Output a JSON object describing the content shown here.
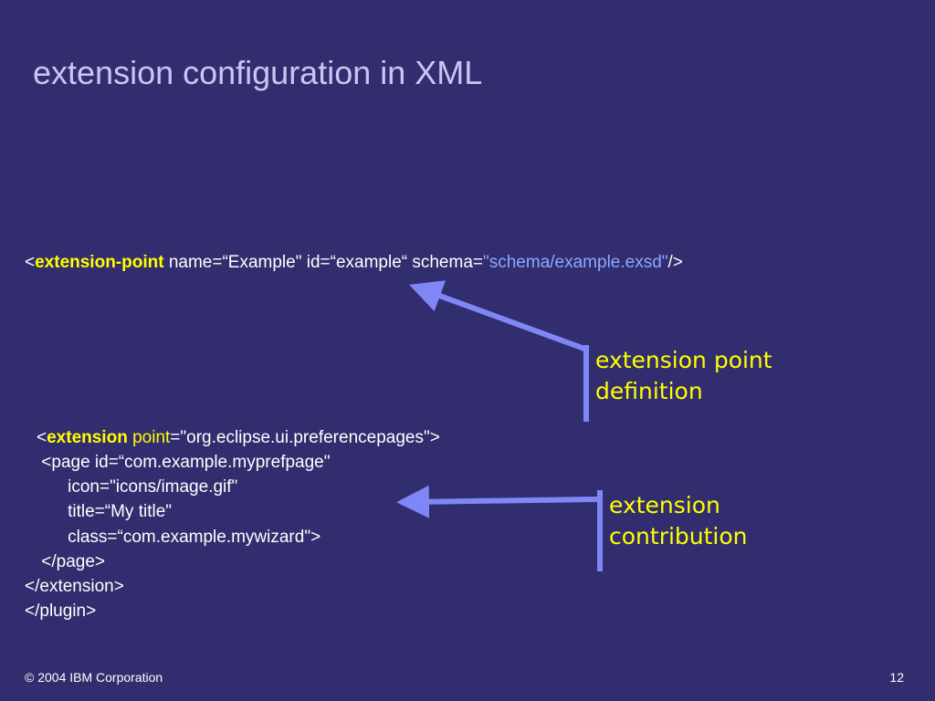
{
  "slide": {
    "title": "extension configuration in XML",
    "extension_point_line": {
      "open": "<",
      "keyword": "extension-point",
      "attrs": " name=“Example\" id=“example“ schema=",
      "schema_value": "\"schema/example.exsd\"",
      "close": "/>"
    },
    "extension_block": {
      "line1_open": "<",
      "line1_keyword": "extension",
      "line1_attr": "point",
      "line1_rest": "=\"org.eclipse.ui.preferencepages\">",
      "lines": [
        " <page id=“com.example.myprefpage\"",
        "    icon=\"icons/image.gif\"",
        "    title=“My title\"",
        "    class=“com.example.mywizard\">",
        " </page>",
        "</extension>",
        "</plugin>"
      ]
    },
    "annotations": {
      "point_definition": [
        "extension point",
        "definition"
      ],
      "contribution": [
        "extension",
        "contribution"
      ]
    },
    "footer": {
      "copyright": "© 2004 IBM Corporation",
      "page_number": "12"
    },
    "colors": {
      "background": "#322d6e",
      "title": "#c9c6f5",
      "keyword": "#ffff00",
      "string": "#8fa8ff",
      "arrow": "#7f87f6"
    },
    "icons": [
      "arrow-to-extension-point",
      "arrow-to-extension"
    ]
  }
}
